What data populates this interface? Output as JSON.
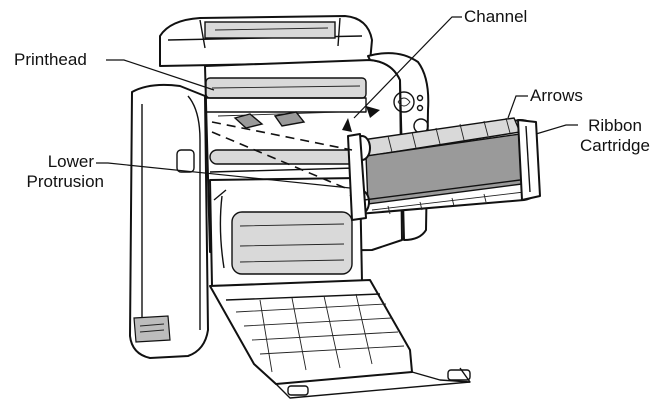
{
  "labels": {
    "printhead": "Printhead",
    "channel": "Channel",
    "arrows": "Arrows",
    "ribbon_line1": "Ribbon",
    "ribbon_line2": "Cartridge",
    "lower_line1": "Lower",
    "lower_line2": "Protrusion"
  }
}
